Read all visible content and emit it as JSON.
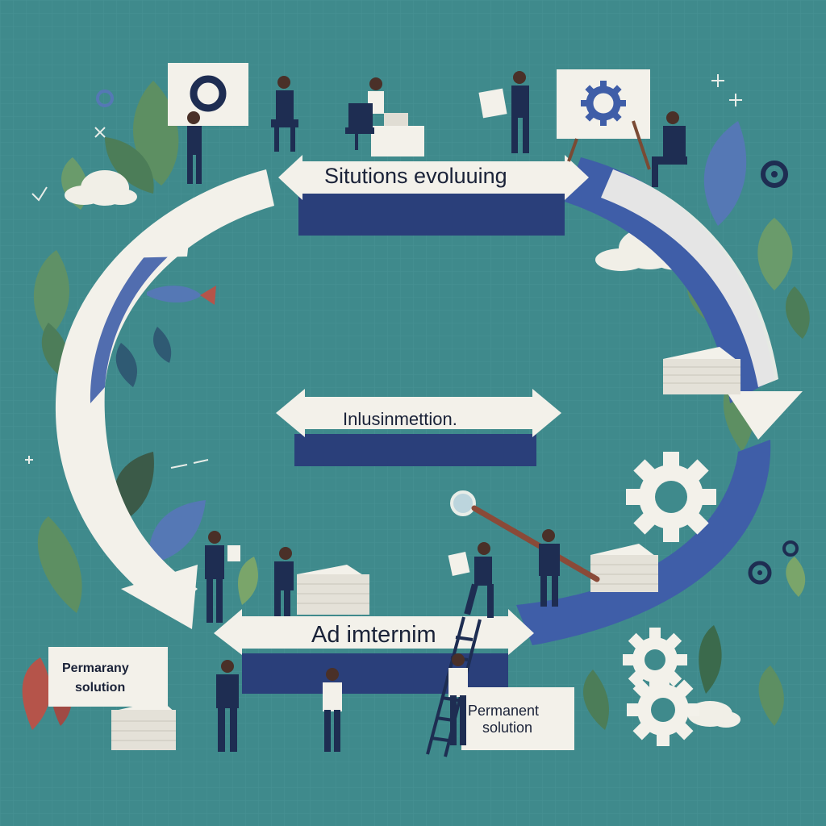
{
  "diagram": {
    "stages": {
      "top": "Situtions evoluuing",
      "middle": "Inlusinmettion.",
      "bottom": "Ad imternim"
    },
    "notes": {
      "left": [
        "Permarany",
        "solution"
      ],
      "right": [
        "Permanent",
        "solution"
      ]
    }
  },
  "colors": {
    "background": "#3f8a8c",
    "cycle_arrow_blue": "#3f5ea8",
    "cycle_arrow_white": "#f3f1ea",
    "label_text": "#1a2238",
    "figure_suits": "#1e2d52",
    "foliage_green": "#5d8f62",
    "foliage_blue": "#4f73a8",
    "accent_red": "#b5544a"
  },
  "icons": [
    "cycle-arrow",
    "double-headed-arrow",
    "gear-icon",
    "document-stack-icon",
    "magnifier-icon",
    "ladder-icon",
    "cloud-icon",
    "leaf-icon",
    "sparkle-icon",
    "person-figure"
  ]
}
